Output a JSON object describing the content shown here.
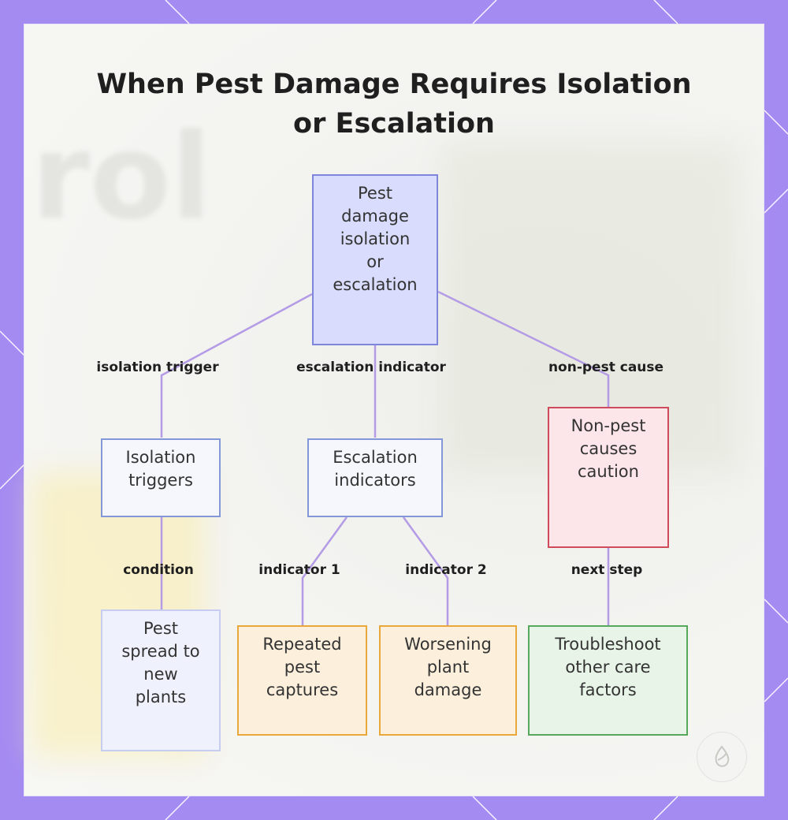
{
  "title": "When Pest Damage Requires Isolation or Escalation",
  "title_lines": [
    "When Pest Damage Requires Isolation",
    "or Escalation"
  ],
  "colors": {
    "frame": "#a48bf2",
    "frame_lines": "#ffffff",
    "connector": "#b49be6",
    "root_fill": "#d9dcfc",
    "root_border": "#7e86dc",
    "branch_fill": "#f6f7fd",
    "branch_border": "#8497d8",
    "leaf_blue_fill": "#eff1fd",
    "leaf_blue_border": "#c7cdf0",
    "orange_fill": "#fcefdc",
    "orange_border": "#e8a93a",
    "red_fill": "#fde6ea",
    "red_border": "#cf4a5a",
    "green_fill": "#e8f4e7",
    "green_border": "#56a85a"
  },
  "nodes": {
    "root": {
      "lines": [
        "Pest",
        "damage",
        "isolation",
        "or",
        "escalation"
      ]
    },
    "isolation": {
      "lines": [
        "Isolation",
        "triggers"
      ]
    },
    "escalation": {
      "lines": [
        "Escalation",
        "indicators"
      ]
    },
    "nonpest": {
      "lines": [
        "Non-pest",
        "causes",
        "caution"
      ]
    },
    "spread": {
      "lines": [
        "Pest",
        "spread to",
        "new",
        "plants"
      ]
    },
    "repeated": {
      "lines": [
        "Repeated",
        "pest",
        "captures"
      ]
    },
    "worsening": {
      "lines": [
        "Worsening",
        "plant",
        "damage"
      ]
    },
    "troubleshoot": {
      "lines": [
        "Troubleshoot",
        "other care",
        "factors"
      ]
    }
  },
  "edges": {
    "isolation_trigger": "isolation trigger",
    "escalation_indicator": "escalation indicator",
    "non_pest_cause": "non-pest cause",
    "condition": "condition",
    "indicator_1": "indicator 1",
    "indicator_2": "indicator 2",
    "next_step": "next step"
  },
  "logo": {
    "icon": "leaf-drop-icon"
  }
}
